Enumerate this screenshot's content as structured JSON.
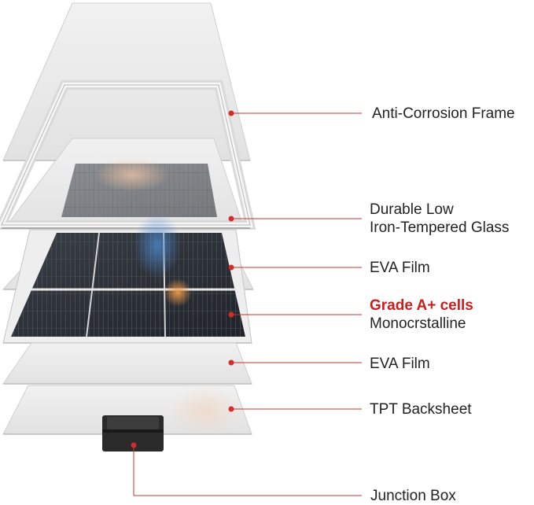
{
  "colors": {
    "accent": "#d42b2b",
    "leader": "#c0392b",
    "layer_fill": "#e9e9e9",
    "layer_edge": "#c9c9c9",
    "cell": "#2b2f36",
    "frame": "#dcdcdc"
  },
  "layers": [
    {
      "id": "frame",
      "label_lines": [
        "Anti-Corrosion Frame"
      ]
    },
    {
      "id": "glass",
      "label_lines": [
        "Durable Low",
        "Iron-Tempered Glass"
      ]
    },
    {
      "id": "eva-top",
      "label_lines": [
        "EVA Film"
      ]
    },
    {
      "id": "cells",
      "accent_line": "Grade A+ cells",
      "label_lines": [
        "Monocrstalline"
      ]
    },
    {
      "id": "eva-bottom",
      "label_lines": [
        "EVA Film"
      ]
    },
    {
      "id": "backsheet",
      "label_lines": [
        "TPT Backsheet"
      ]
    },
    {
      "id": "junction-box",
      "label_lines": [
        "Junction Box"
      ]
    }
  ]
}
